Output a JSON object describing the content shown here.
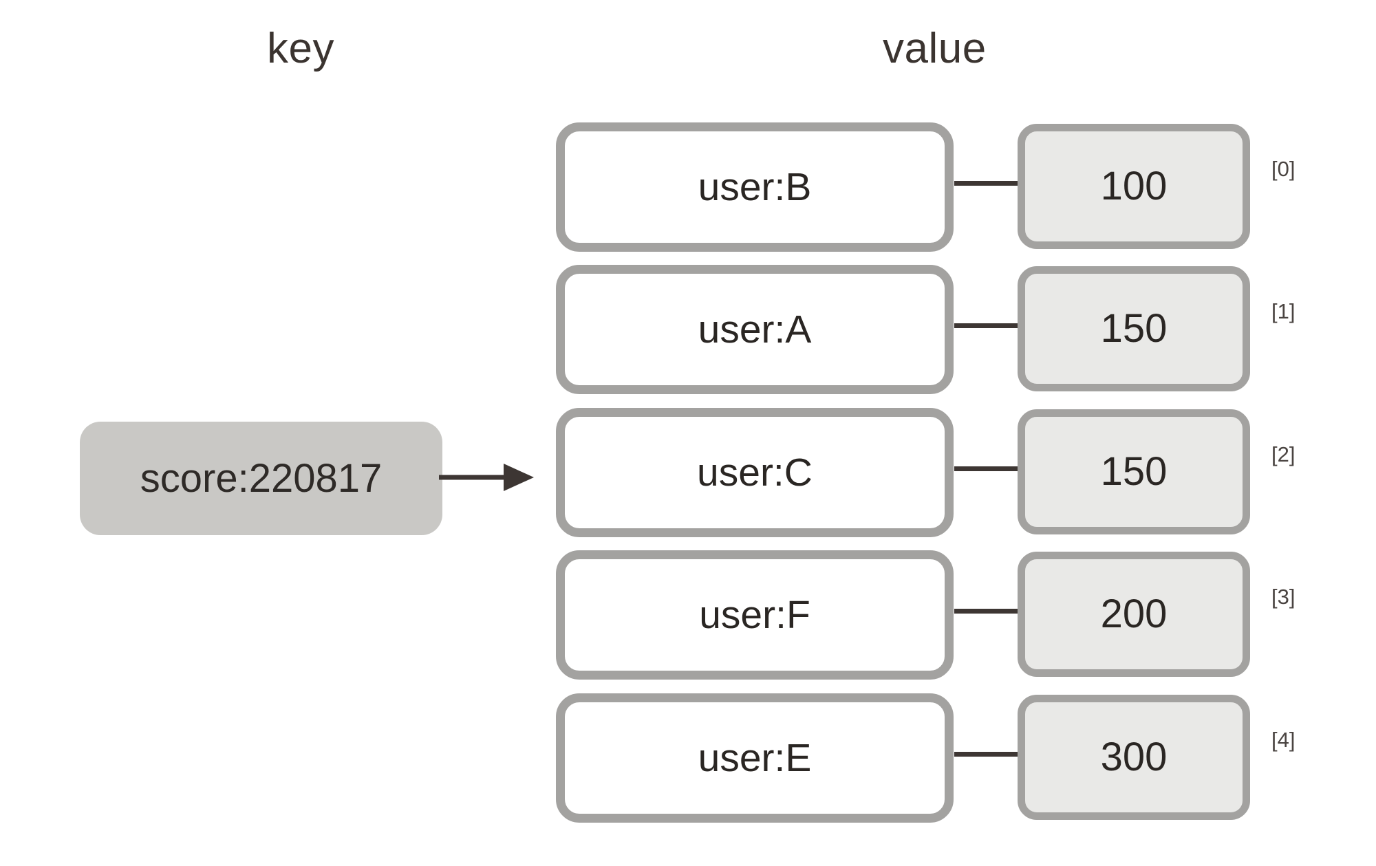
{
  "headings": {
    "key": "key",
    "value": "value"
  },
  "key_entry": {
    "name": "score:220817",
    "arrow_icon": "right-arrow-icon"
  },
  "colors": {
    "background": "#ffffff",
    "text": "#2a2623",
    "heading_text": "#3b3430",
    "key_pill_fill": "#c9c8c5",
    "member_box_fill": "#ffffff",
    "member_box_border": "#a3a2a0",
    "score_box_fill": "#e9e9e7",
    "score_box_border": "#a3a2a0",
    "connector": "#3d3633",
    "index_text": "#4a4441"
  },
  "rows": [
    {
      "index": "[0]",
      "member": "user:B",
      "score": "100"
    },
    {
      "index": "[1]",
      "member": "user:A",
      "score": "150"
    },
    {
      "index": "[2]",
      "member": "user:C",
      "score": "150"
    },
    {
      "index": "[3]",
      "member": "user:F",
      "score": "200"
    },
    {
      "index": "[4]",
      "member": "user:E",
      "score": "300"
    }
  ],
  "layout": {
    "row_tops": [
      178,
      385,
      593,
      800,
      1008
    ]
  }
}
